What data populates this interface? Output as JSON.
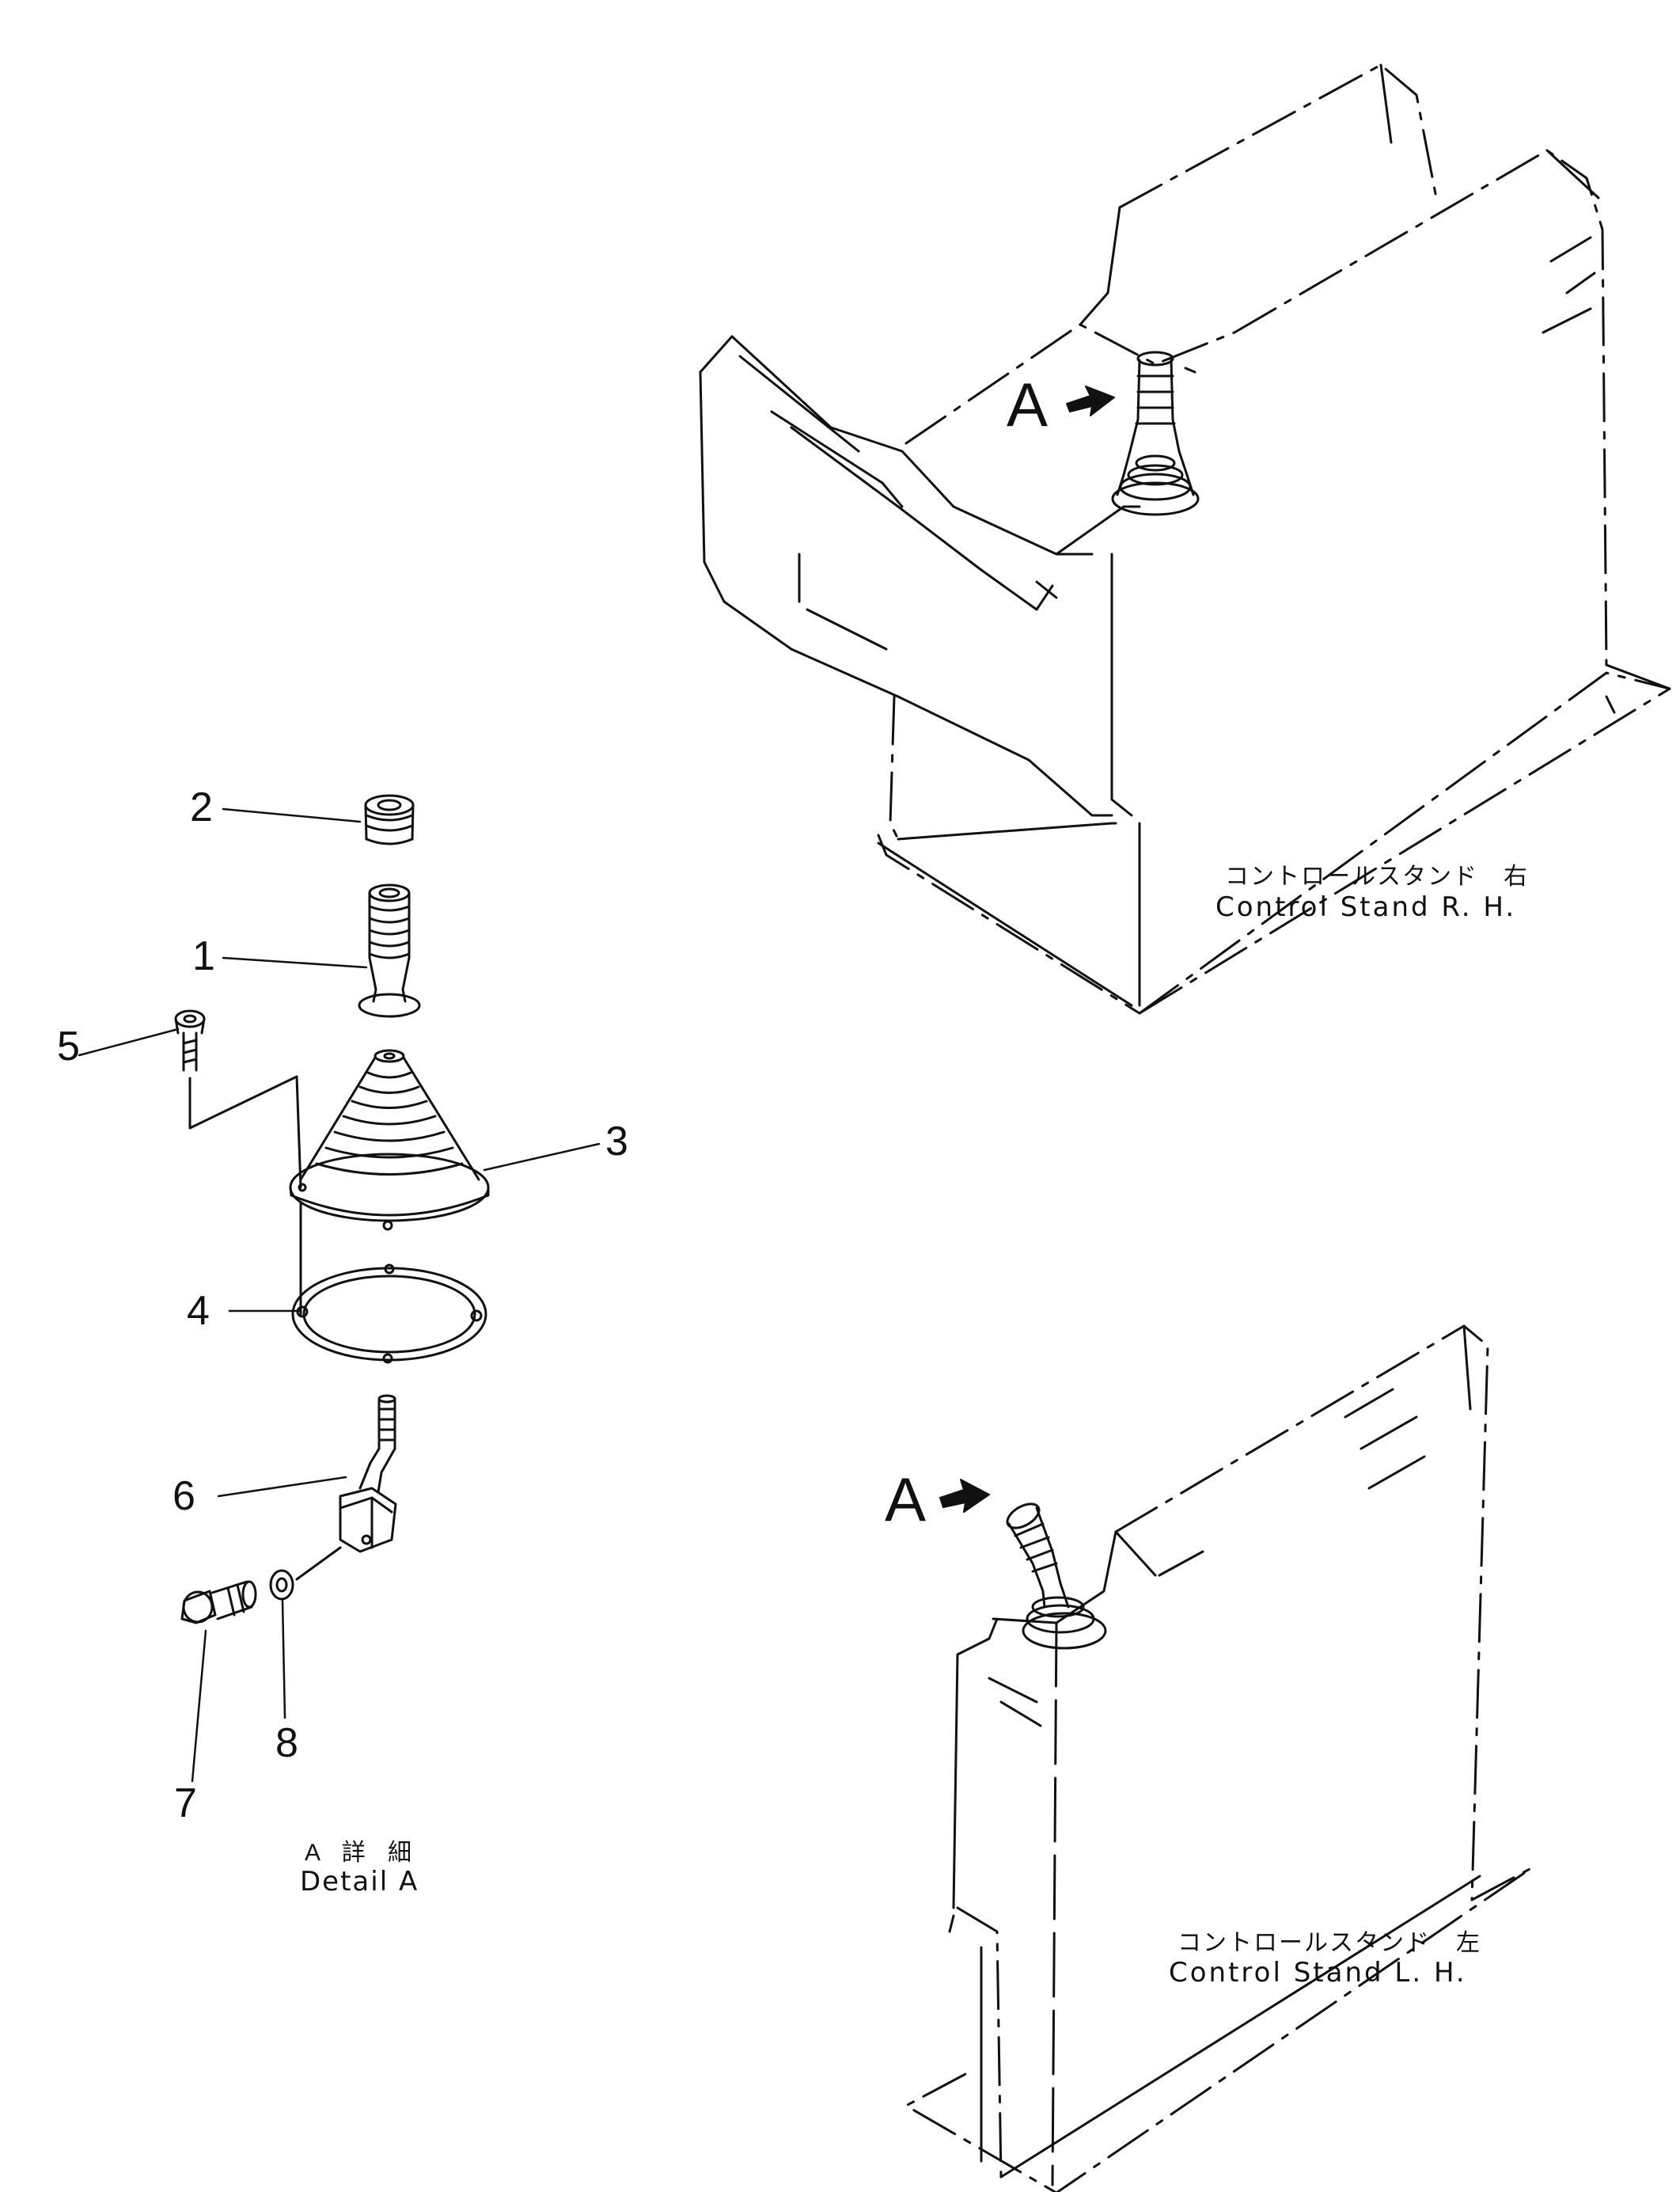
{
  "callouts": {
    "p1": "1",
    "p2": "2",
    "p3": "3",
    "p4": "4",
    "p5": "5",
    "p6": "6",
    "p7": "7",
    "p8": "8"
  },
  "view_markers": {
    "rh": "A",
    "lh": "A"
  },
  "captions": {
    "detail_jp": "A 詳 細",
    "detail_en": "Detail A",
    "rh_jp": "コントロールスタンド　右",
    "rh_en": "Control Stand R. H.",
    "lh_jp": "コントロールスタンド　左",
    "lh_en": "Control Stand L. H."
  },
  "colors": {
    "line": "#111111",
    "background": "#ffffff"
  }
}
